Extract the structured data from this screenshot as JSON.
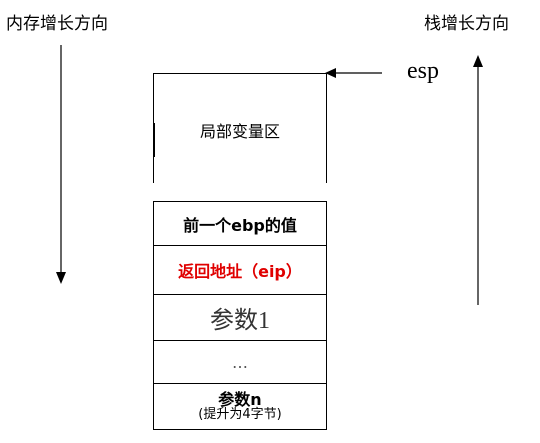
{
  "labels": {
    "memory_growth": "内存增长方向",
    "stack_growth": "栈增长方向",
    "esp": "esp"
  },
  "stack": {
    "locals": "局部变量区",
    "prev_ebp": "前一个ebp的值",
    "return_addr": "返回地址（eip）",
    "param1": "参数1",
    "ellipsis": "…",
    "paramn": "参数n",
    "paramn_note": "(提升为4字节)"
  },
  "colors": {
    "return_addr": "#e00000",
    "lines": "#000000"
  }
}
